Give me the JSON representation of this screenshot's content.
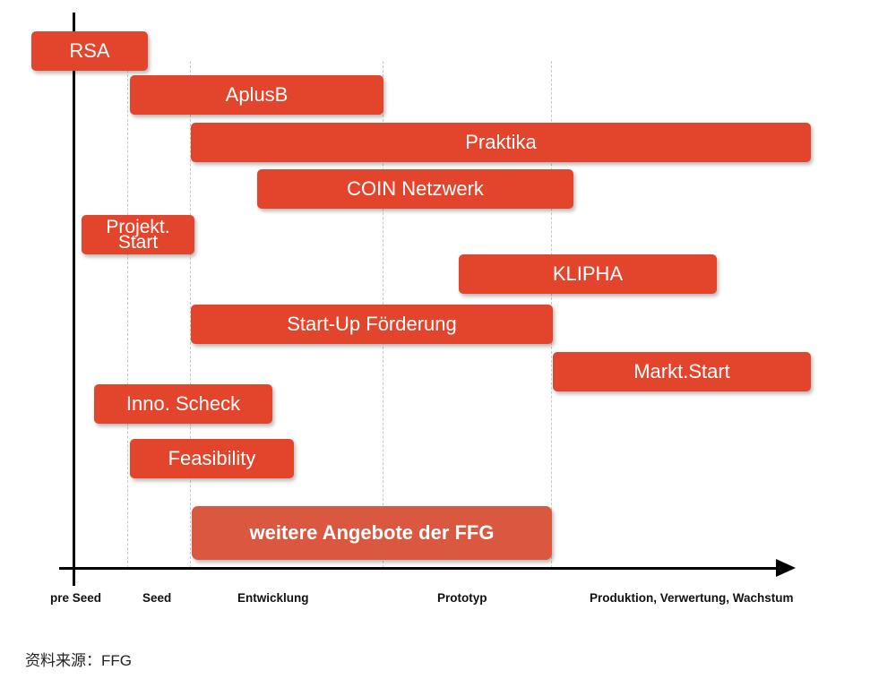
{
  "bars": [
    {
      "label": "RSA"
    },
    {
      "label": "AplusB"
    },
    {
      "label": "Praktika"
    },
    {
      "label": "COIN Netzwerk"
    },
    {
      "label": "Projekt.\nStart"
    },
    {
      "label": "KLIPHA"
    },
    {
      "label": "Start-Up Förderung"
    },
    {
      "label": "Markt.Start"
    },
    {
      "label": "Inno. Scheck"
    },
    {
      "label": "Feasibility"
    },
    {
      "label": "weitere Angebote der FFG"
    }
  ],
  "stages": [
    "pre Seed",
    "Seed",
    "Entwicklung",
    "Prototyp",
    "Produktion, Verwertung, Wachstum"
  ],
  "source": "资料来源：FFG",
  "colors": {
    "bar": "#e2452b",
    "special_bar": "#d9583f",
    "axis": "#000000"
  }
}
